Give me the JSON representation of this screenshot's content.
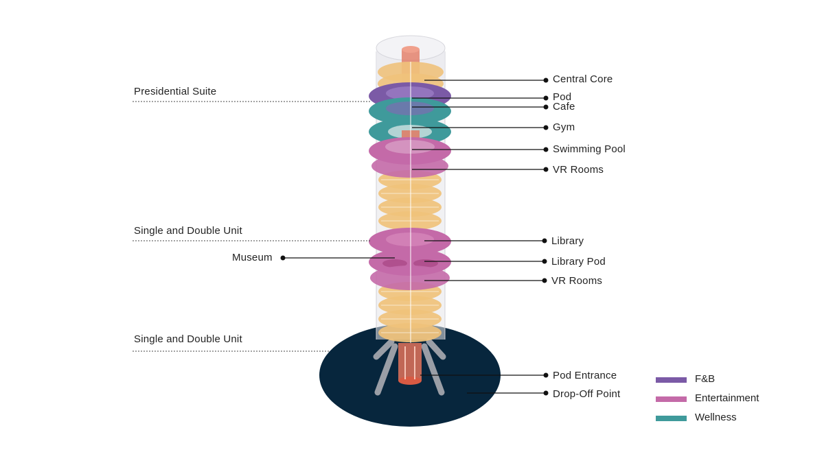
{
  "callouts_right": [
    {
      "id": "central-core",
      "label": "Central Core"
    },
    {
      "id": "pod",
      "label": "Pod"
    },
    {
      "id": "cafe",
      "label": "Cafe"
    },
    {
      "id": "gym",
      "label": "Gym"
    },
    {
      "id": "swimming-pool",
      "label": "Swimming Pool"
    },
    {
      "id": "vr-rooms-upper",
      "label": "VR Rooms"
    },
    {
      "id": "library",
      "label": "Library"
    },
    {
      "id": "library-pod",
      "label": "Library Pod"
    },
    {
      "id": "vr-rooms-lower",
      "label": "VR Rooms"
    },
    {
      "id": "pod-entrance",
      "label": "Pod Entrance"
    },
    {
      "id": "drop-off-point",
      "label": "Drop-Off Point"
    }
  ],
  "callouts_left": [
    {
      "id": "presidential-suite",
      "label": "Presidential Suite"
    },
    {
      "id": "single-double-upper",
      "label": "Single and Double Unit"
    },
    {
      "id": "museum",
      "label": "Museum"
    },
    {
      "id": "single-double-lower",
      "label": "Single and Double Unit"
    }
  ],
  "legend": [
    {
      "label": "F&B",
      "color": "#7b5aa6"
    },
    {
      "label": "Entertainment",
      "color": "#c46aa8"
    },
    {
      "label": "Wellness",
      "color": "#3f9a9b"
    }
  ],
  "colors": {
    "base": "#07263d",
    "unit_fill": "#f0c27b",
    "core": "#e2735a",
    "glass": "#d9d9df",
    "fnb": "#7b5aa6",
    "entertainment": "#c46aa8",
    "wellness": "#3f9a9b"
  }
}
